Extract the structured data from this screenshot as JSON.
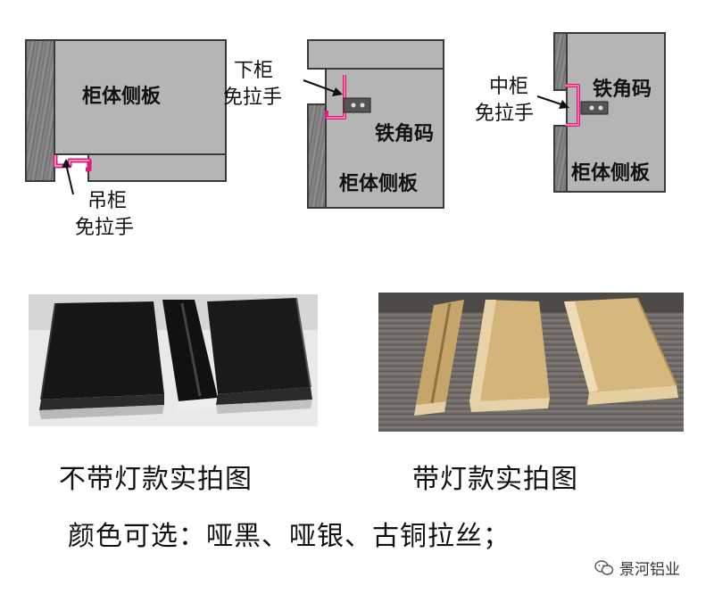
{
  "diagram_left": {
    "panel_label": "柜体侧板",
    "callout_line1": "吊柜",
    "callout_line2": "免拉手"
  },
  "diagram_middle": {
    "callout_line1": "下柜",
    "callout_line2": "免拉手",
    "bracket_label": "铁角码",
    "panel_label": "柜体侧板"
  },
  "diagram_right": {
    "callout_line1": "中柜",
    "callout_line2": "免拉手",
    "bracket_label": "铁角码",
    "panel_label": "柜体侧板"
  },
  "photos": {
    "left_caption": "不带灯款实拍图",
    "right_caption": "带灯款实拍图"
  },
  "colors_note": "颜色可选：哑黑、哑银、古铜拉丝；",
  "watermark": "景河铝业",
  "colors": {
    "panel_gray": "#b5b5b5",
    "profile_magenta": "#e0197a",
    "profile_black": "#1c1c1c",
    "profile_gold": "#c9a86a"
  }
}
